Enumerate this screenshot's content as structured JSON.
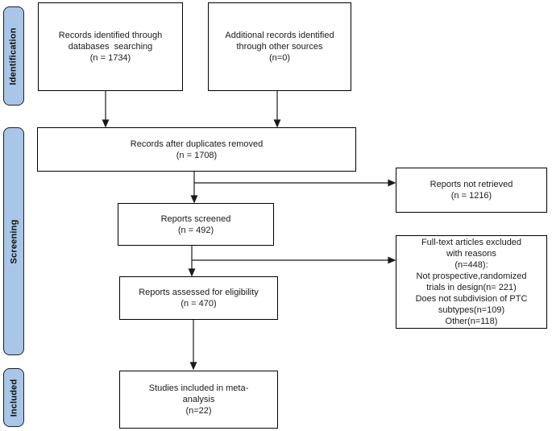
{
  "sidebar": {
    "labels": [
      {
        "id": "identification",
        "label": "Identification"
      },
      {
        "id": "screening",
        "label": "Screening"
      },
      {
        "id": "included",
        "label": "Included"
      }
    ]
  },
  "boxes": [
    {
      "id": "records-identified",
      "lines": [
        "Records identified through",
        "databases  searching",
        "(n = 1734)"
      ]
    },
    {
      "id": "additional-records",
      "lines": [
        "Additional records identified",
        "through other sources",
        "(n=0)"
      ]
    },
    {
      "id": "duplicates-removed",
      "lines": [
        "Records after duplicates removed",
        "(n = 1708)"
      ]
    },
    {
      "id": "reports-not-retrieved",
      "lines": [
        "Reports not retrieved",
        "(n = 1216)"
      ]
    },
    {
      "id": "reports-screened",
      "lines": [
        "Reports screened",
        "(n = 492)"
      ]
    },
    {
      "id": "fulltext-excluded",
      "lines": [
        "Full-text articles excluded",
        "with reasons",
        "(n=448):",
        "Not prospective,randomized",
        "trials in design(n= 221)",
        "Does not subdivision of PTC",
        "subtypes(n=109)",
        "Other(n=118)"
      ]
    },
    {
      "id": "reports-assessed",
      "lines": [
        "Reports assessed for eligibility",
        "(n = 470)"
      ]
    },
    {
      "id": "studies-included",
      "lines": [
        "Studies included in meta-",
        "analysis",
        "(n=22)"
      ]
    }
  ],
  "colors": {
    "stage_fill": "#a9c6e8",
    "stage_border": "#1f1f1f",
    "box_border": "#000000",
    "line_color": "#1a1a1a",
    "background": "#ffffff"
  }
}
